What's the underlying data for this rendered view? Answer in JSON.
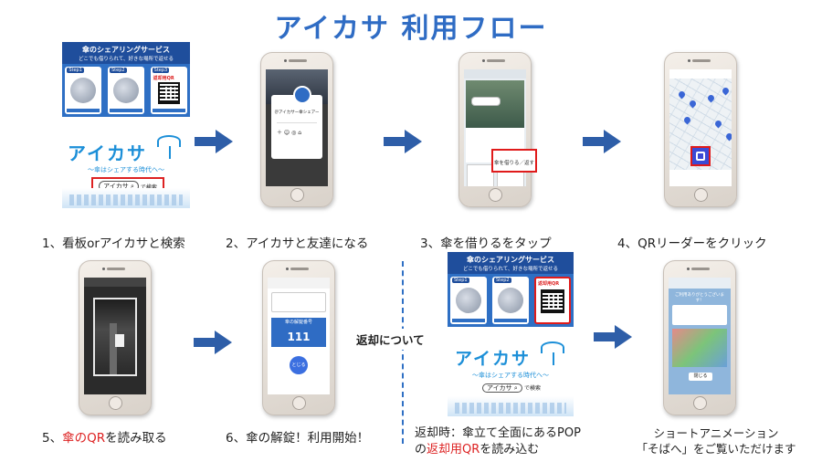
{
  "title": "アイカサ 利用フロー",
  "poster": {
    "service_title": "傘のシェアリングサービス",
    "service_sub": "どこでも借りられて、好きな場所で返せる",
    "step1": "Step1",
    "step2": "Step2",
    "step3": "Step3",
    "return_qr": "返却用QR",
    "brand": "アイカサ",
    "slogan": "～傘はシェアする時代へ～",
    "search_word": "アイカサ",
    "search_suffix": "で検索"
  },
  "steps": [
    {
      "caption": "1、看板orアイカサと検索"
    },
    {
      "caption": "2、アイカサと友達になる"
    },
    {
      "caption": "3、傘を借りるをタップ"
    },
    {
      "caption": "4、QRリーダーをクリック"
    },
    {
      "caption_pre": "5、",
      "caption_red": "傘のQR",
      "caption_post": "を読み取る"
    },
    {
      "caption": "6、傘の解錠！利用開始！"
    }
  ],
  "return_label": "返却について",
  "return_caption": {
    "line1": "返却時：傘立て全面にあるPOP",
    "line2_pre": "の",
    "line2_red": "返却用QR",
    "line2_post": "を読み込む"
  },
  "anime_caption": {
    "line1": "ショートアニメーション",
    "line2": "「そばへ」をご覧いただけます"
  },
  "screens": {
    "friend_name": "＠アイカサー傘シェアー",
    "rent_button": "傘を借りる／返す",
    "unlock_label": "傘の解錠番号",
    "unlock_number": "111",
    "close_button": "とじる",
    "anime_thanks": "ご利用ありがとうございます！",
    "close_anime": "閉じる"
  },
  "colors": {
    "title": "#2f6cc4",
    "arrow": "#2e5ea8",
    "highlight": "#e01b1b"
  }
}
